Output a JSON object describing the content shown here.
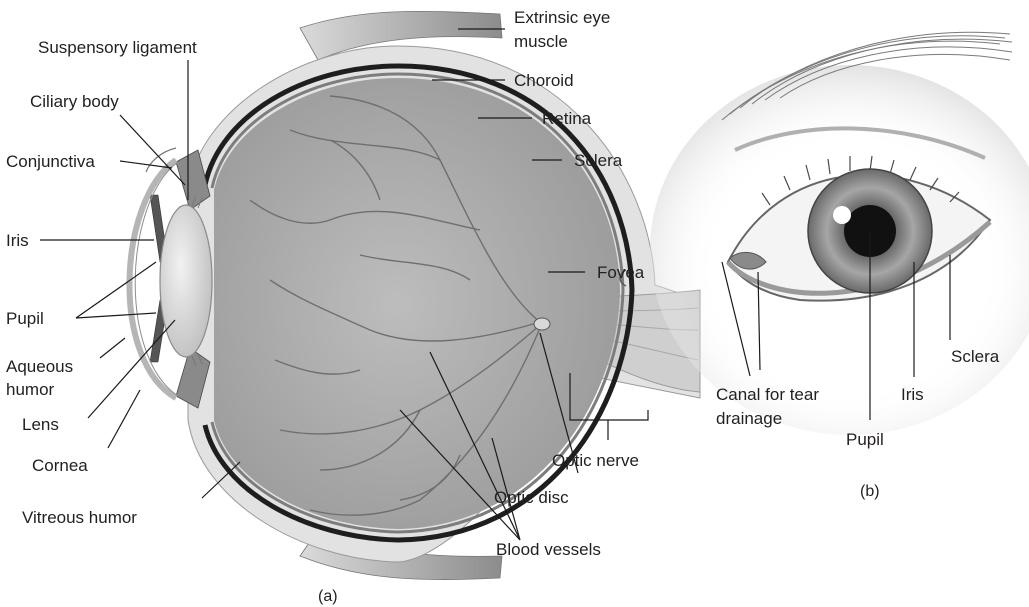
{
  "panel_a": {
    "caption": "(a)",
    "labels": {
      "extrinsic_line1": "Extrinsic eye",
      "extrinsic_line2": "muscle",
      "suspensory": "Suspensory ligament",
      "choroid": "Choroid",
      "ciliary": "Ciliary body",
      "retina": "Retina",
      "sclera": "Sclera",
      "conjunctiva": "Conjunctiva",
      "iris": "Iris",
      "fovea": "Fovea",
      "pupil": "Pupil",
      "aqueous_line1": "Aqueous",
      "aqueous_line2": "humor",
      "lens": "Lens",
      "cornea": "Cornea",
      "optic_nerve": "Optic nerve",
      "optic_disc": "Optic disc",
      "vitreous": "Vitreous humor",
      "blood_vessels": "Blood vessels"
    }
  },
  "panel_b": {
    "caption": "(b)",
    "labels": {
      "tear_line1": "Canal for tear",
      "tear_line2": "drainage",
      "iris": "Iris",
      "sclera": "Sclera",
      "pupil": "Pupil"
    }
  },
  "colors": {
    "eyeball_fill": "#a9a9a9",
    "sclera_fill": "#e2e2e2",
    "choroid_stroke": "#1e1e1e",
    "vessel_stroke": "#6f6f6f",
    "iris_fill": "#8c8c8c"
  }
}
